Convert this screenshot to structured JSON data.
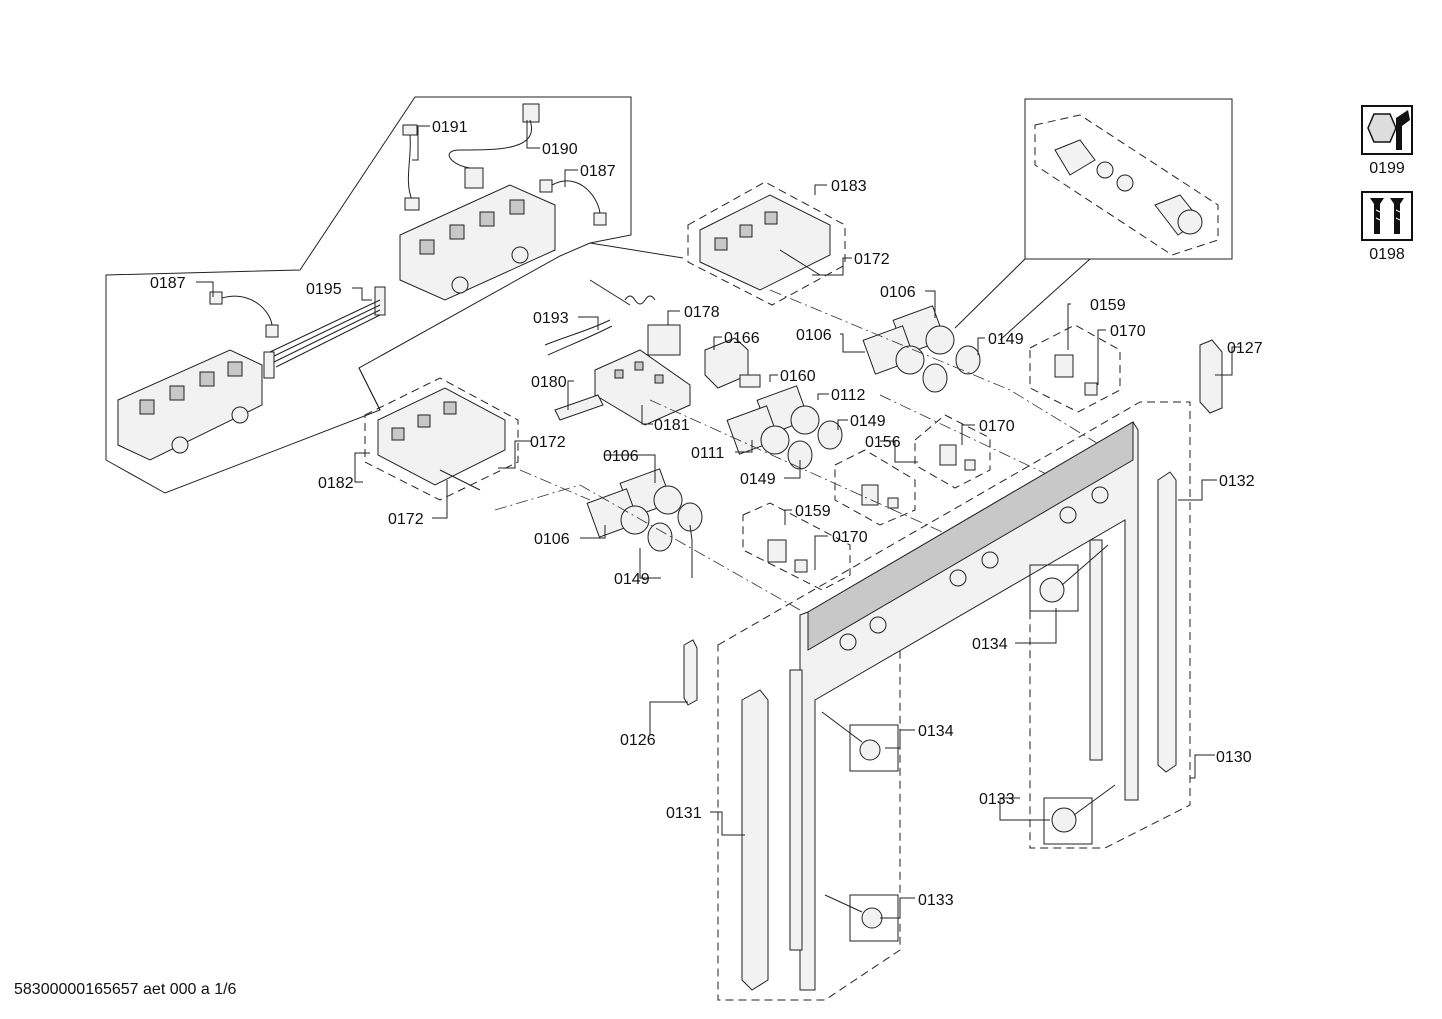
{
  "footer": {
    "drawing_id": "58300000165657 aet 000 a 1/6"
  },
  "tool_icons": [
    {
      "icon": "wrench-nut-icon",
      "label": "0199"
    },
    {
      "icon": "screws-icon",
      "label": "0198"
    }
  ],
  "callouts": [
    "0191",
    "0190",
    "0187",
    "0187",
    "0195",
    "0183",
    "0172",
    "0106",
    "0178",
    "0193",
    "0166",
    "0106",
    "0149",
    "0159",
    "0170",
    "0127",
    "0160",
    "0180",
    "0112",
    "0181",
    "0149",
    "0111",
    "0156",
    "0170",
    "0149",
    "0182",
    "0172",
    "0106",
    "0172",
    "0132",
    "0159",
    "0106",
    "0170",
    "0149",
    "0134",
    "0126",
    "0134",
    "0130",
    "0133",
    "0131",
    "0133"
  ]
}
